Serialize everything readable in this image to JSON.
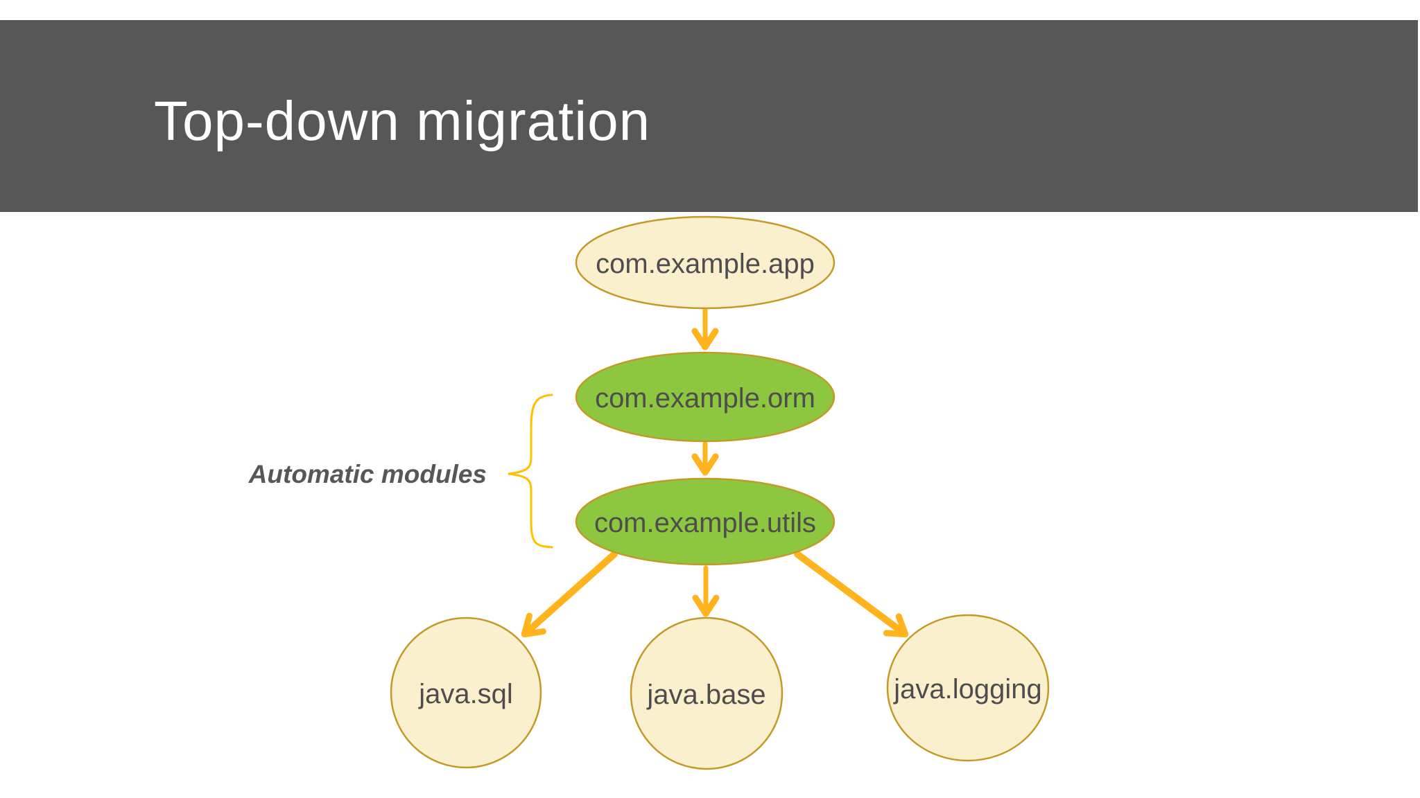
{
  "slide": {
    "title": "Top-down migration"
  },
  "colors": {
    "header_bg": "#575757",
    "title_text": "#FFFFFF",
    "module_fill_cream": "#FBF0CE",
    "module_fill_green": "#8DC63F",
    "module_border": "#C49A26",
    "arrow": "#FFB41E",
    "brace": "#FFC000",
    "node_text": "#4D4D4D",
    "annotation_text": "#575757",
    "background": "#FFFFFF"
  },
  "diagram": {
    "nodes": [
      {
        "label": "com.example.app",
        "fill": "cream"
      },
      {
        "label": "com.example.orm",
        "fill": "green"
      },
      {
        "label": "com.example.utils",
        "fill": "green"
      },
      {
        "label": "java.sql",
        "fill": "cream"
      },
      {
        "label": "java.base",
        "fill": "cream"
      },
      {
        "label": "java.logging",
        "fill": "cream"
      }
    ],
    "edges": [
      {
        "from": "com.example.app",
        "to": "com.example.orm"
      },
      {
        "from": "com.example.orm",
        "to": "com.example.utils"
      },
      {
        "from": "com.example.utils",
        "to": "java.sql"
      },
      {
        "from": "com.example.utils",
        "to": "java.base"
      },
      {
        "from": "com.example.utils",
        "to": "java.logging"
      }
    ],
    "annotation": {
      "label": "Automatic modules",
      "targets": [
        "com.example.orm",
        "com.example.utils"
      ]
    }
  }
}
